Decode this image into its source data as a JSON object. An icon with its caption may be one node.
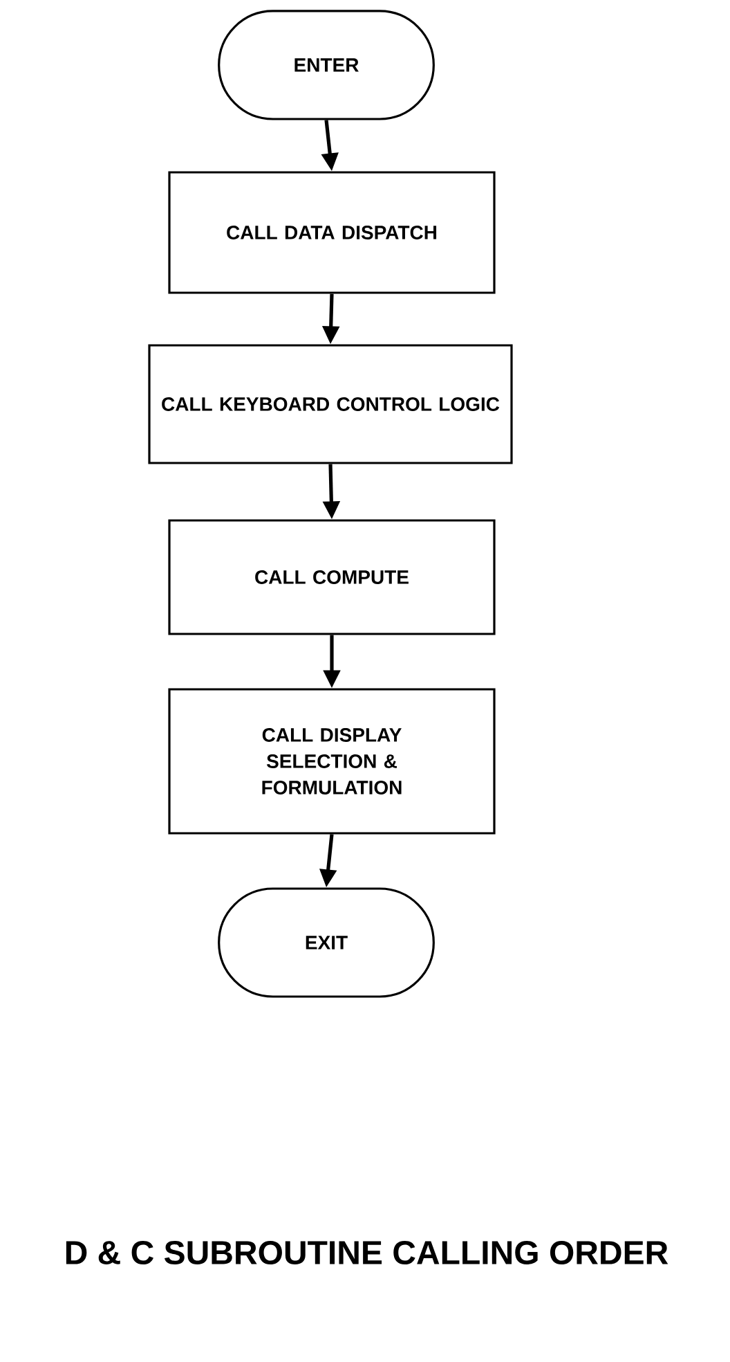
{
  "diagram": {
    "title": "D & C SUBROUTINE CALLING ORDER",
    "nodes": [
      {
        "text": [
          "ENTER"
        ]
      },
      {
        "text": [
          "CALL DATA DISPATCH"
        ]
      },
      {
        "text": [
          "CALL KEYBOARD CONTROL LOGIC"
        ]
      },
      {
        "text": [
          "CALL COMPUTE"
        ]
      },
      {
        "text": [
          "CALL DISPLAY SELECTION & FORMULATION"
        ]
      },
      {
        "text": [
          "EXIT"
        ]
      }
    ],
    "edges": [
      {
        "from": 0,
        "to": 1,
        "arrow": "to"
      },
      {
        "from": 1,
        "to": 2,
        "arrow": "to"
      },
      {
        "from": 2,
        "to": 3,
        "arrow": "to"
      },
      {
        "from": 3,
        "to": 4,
        "arrow": "to"
      },
      {
        "from": 4,
        "to": 5,
        "arrow": "to"
      }
    ]
  }
}
